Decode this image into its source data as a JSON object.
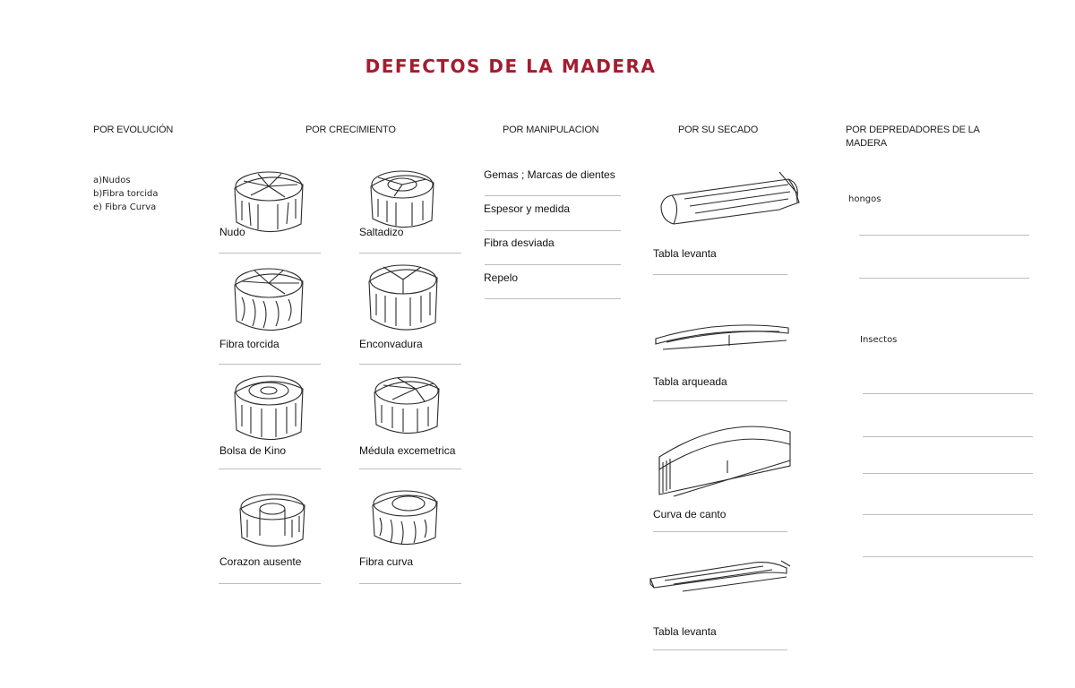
{
  "title": "DEFECTOS DE LA MADERA",
  "columns": {
    "evolucion": "POR EVOLUCIÓN",
    "crecimiento": "POR  CRECIMIENTO",
    "manipulacion": "POR  MANIPULACION",
    "secado": "POR  SU SECADO",
    "depredadores": "POR  DEPREDADORES DE LA MADERA"
  },
  "evolucion_items": [
    "a)Nudos",
    "b)Fibra torcida",
    "e) Fibra Curva"
  ],
  "crecimiento_items": [
    "Nudo",
    "Saltadizo",
    "Fibra torcida",
    "Enconvadura",
    "Bolsa de Kino",
    "Médula excemetrica",
    "Corazon ausente",
    "Fibra curva"
  ],
  "manipulacion_items": [
    "Gemas ; Marcas de dientes",
    "Espesor y medida",
    "Fibra desviada",
    "Repelo"
  ],
  "secado_items": [
    "Tabla levanta",
    "Tabla arqueada",
    "Curva de canto",
    "Tabla levanta"
  ],
  "depredadores": {
    "hongos": "hongos",
    "insectos": "Insectos"
  }
}
